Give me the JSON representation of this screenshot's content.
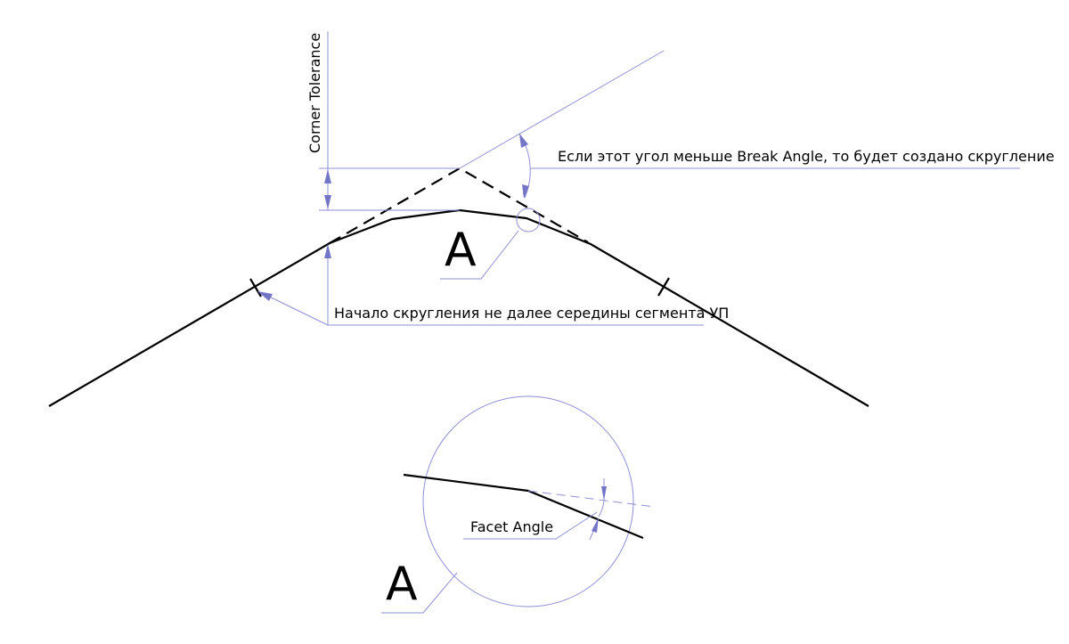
{
  "labels": {
    "corner_tolerance": "Corner Tolerance",
    "break_angle_note": "Если этот угол меньше Break Angle, то будет создано скругление",
    "fillet_start_note": "Начало скругления не далее середины сегмента УП",
    "facet_angle": "Facet Angle",
    "detail_marker_top": "A",
    "detail_marker_bottom": "A"
  },
  "colors": {
    "geometry": "#000000",
    "annotation": "#8f8fd6"
  }
}
